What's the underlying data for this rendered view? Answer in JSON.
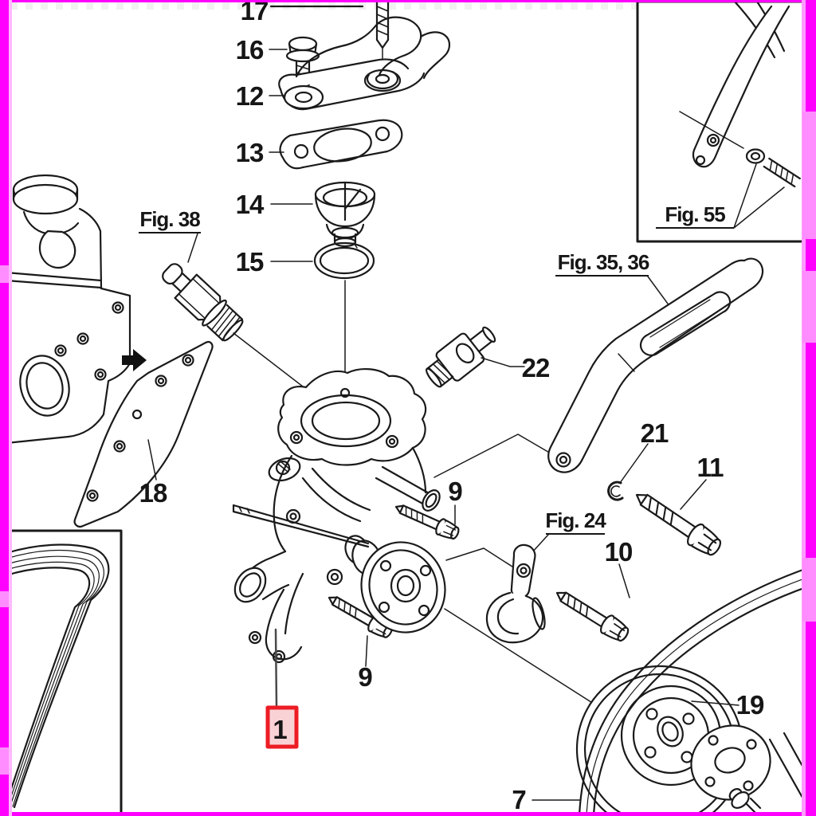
{
  "colors": {
    "line": "#1a1a1a",
    "background": "#ffffff",
    "border_magenta": "#ff00ff",
    "border_pink": "#ff9bff",
    "highlight_red": "#ed1c24",
    "highlight_fill": "#f9d2d6"
  },
  "highlight": {
    "label": "1"
  },
  "callouts": [
    {
      "text": "17"
    },
    {
      "text": "16"
    },
    {
      "text": "12"
    },
    {
      "text": "13"
    },
    {
      "text": "14"
    },
    {
      "text": "15"
    },
    {
      "text": "18"
    },
    {
      "text": "22"
    },
    {
      "text": "21"
    },
    {
      "text": "11"
    },
    {
      "text": "9"
    },
    {
      "text": "10"
    },
    {
      "text": "9"
    },
    {
      "text": "19"
    },
    {
      "text": "7"
    }
  ],
  "figure_references": [
    {
      "text": "Fig. 38"
    },
    {
      "text": "Fig. 55"
    },
    {
      "text": "Fig. 35, 36"
    },
    {
      "text": "Fig. 24"
    }
  ]
}
